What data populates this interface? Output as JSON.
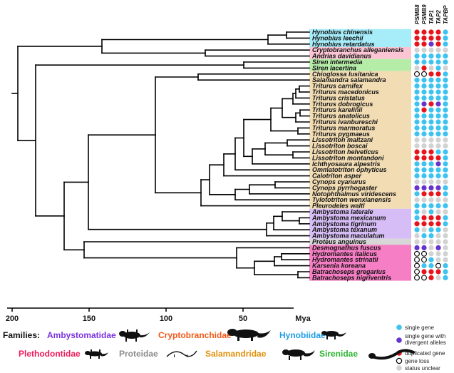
{
  "genes": [
    "PSMB8",
    "PSMB9",
    "TAP1",
    "TAP2",
    "TAPBP"
  ],
  "species": [
    "Hynobius chinensis",
    "Hynobius leechii",
    "Hynobius retardatus",
    "Cryptobranchus alleganiensis",
    "Andrias davidianus",
    "Siren intermedia",
    "Siren lacertina",
    "Chioglossa lusitanica",
    "Salamandra salamandra",
    "Triturus carnifex",
    "Triturus macedonicus",
    "Triturus cristatus",
    "Triturus dobrogicus",
    "Triturus karelinii",
    "Triturus anatolicus",
    "Triturus ivanbureschi",
    "Triturus marmoratus",
    "Triturus pygmaeus",
    "Lissotriton maltzani",
    "Lissotriton boscai",
    "Lissotriton helveticus",
    "Lissotriton montandoni",
    "Ichthyosaura alpestris",
    "Ommatotriton ophyticus",
    "Calotriton asper",
    "Cynops cyanurus",
    "Cynops pyrrhogaster",
    "Notophthalmus viridescens",
    "Tylototriton wenxianensis",
    "Pleurodeles waltl",
    "Ambystoma laterale",
    "Ambystoma mexicanum",
    "Ambystoma tigrinum",
    "Ambystoma texanum",
    "Ambystoma maculatum",
    "Proteus anguinus",
    "Desmognathus fuscus",
    "Hydromantes italicus",
    "Hydromantes strinatii",
    "Karsenia koreana",
    "Batrachoseps gregarius",
    "Batrachoseps nigriventris"
  ],
  "status_matrix": [
    [
      "d",
      "d",
      "d",
      "d",
      "s"
    ],
    [
      "d",
      "d",
      "d",
      "d",
      "s"
    ],
    [
      "d",
      "d",
      "v",
      "d",
      "s"
    ],
    [
      "u",
      "u",
      "u",
      "u",
      "u"
    ],
    [
      "s",
      "s",
      "s",
      "s",
      "s"
    ],
    [
      "s",
      "s",
      "s",
      "s",
      "s"
    ],
    [
      "u",
      "d",
      "u",
      "s",
      "u"
    ],
    [
      "l",
      "l",
      "d",
      "d",
      "s"
    ],
    [
      "s",
      "s",
      "s",
      "s",
      "s"
    ],
    [
      "s",
      "s",
      "s",
      "s",
      "s"
    ],
    [
      "s",
      "s",
      "s",
      "s",
      "s"
    ],
    [
      "s",
      "s",
      "s",
      "s",
      "s"
    ],
    [
      "s",
      "v",
      "d",
      "v",
      "s"
    ],
    [
      "s",
      "d",
      "s",
      "s",
      "s"
    ],
    [
      "s",
      "s",
      "s",
      "s",
      "s"
    ],
    [
      "s",
      "s",
      "s",
      "s",
      "s"
    ],
    [
      "s",
      "s",
      "s",
      "s",
      "s"
    ],
    [
      "s",
      "s",
      "s",
      "s",
      "s"
    ],
    [
      "u",
      "u",
      "u",
      "u",
      "u"
    ],
    [
      "u",
      "u",
      "u",
      "u",
      "u"
    ],
    [
      "d",
      "d",
      "d",
      "s",
      "s"
    ],
    [
      "d",
      "d",
      "d",
      "d",
      "s"
    ],
    [
      "s",
      "s",
      "s",
      "v",
      "s"
    ],
    [
      "s",
      "s",
      "s",
      "s",
      "s"
    ],
    [
      "s",
      "s",
      "s",
      "s",
      "s"
    ],
    [
      "u",
      "u",
      "u",
      "u",
      "u"
    ],
    [
      "v",
      "v",
      "v",
      "v",
      "s"
    ],
    [
      "s",
      "d",
      "d",
      "d",
      "s"
    ],
    [
      "u",
      "u",
      "u",
      "u",
      "u"
    ],
    [
      "s",
      "s",
      "s",
      "s",
      "s"
    ],
    [
      "s",
      "u",
      "s",
      "u",
      "u"
    ],
    [
      "s",
      "d",
      "d",
      "d",
      "s"
    ],
    [
      "d",
      "d",
      "d",
      "d",
      "s"
    ],
    [
      "s",
      "u",
      "s",
      "s",
      "u"
    ],
    [
      "u",
      "s",
      "s",
      "u",
      "u"
    ],
    [
      "u",
      "u",
      "u",
      "u",
      "u"
    ],
    [
      "v",
      "v",
      "u",
      "v",
      "u"
    ],
    [
      "l",
      "l",
      "u",
      "u",
      "u"
    ],
    [
      "l",
      "l",
      "s",
      "u",
      "u"
    ],
    [
      "l",
      "s",
      "s",
      "l",
      "s"
    ],
    [
      "l",
      "d",
      "d",
      "d",
      "s"
    ],
    [
      "l",
      "l",
      "d",
      "u",
      "s"
    ]
  ],
  "family_bands": [
    {
      "family": "Hynobiidae",
      "color": "#a6ecf9"
    },
    {
      "family": "Cryptobranchidae",
      "color": "#fbc5d3"
    },
    {
      "family": "Sirenidae",
      "color": "#b5eda8"
    },
    {
      "family": "Salamandridae",
      "color": "#f1dcb4"
    },
    {
      "family": "Ambystomatidae",
      "color": "#d6bdf5"
    },
    {
      "family": "Proteidae",
      "color": "#d7d7d7"
    },
    {
      "family": "Plethodontidae",
      "color": "#f67ec4"
    }
  ],
  "axis": {
    "ticks": [
      "200",
      "150",
      "100",
      "50"
    ],
    "unit": "Mya"
  },
  "legend": [
    {
      "key": "s",
      "text": "single gene",
      "marker": "#3ec3f0"
    },
    {
      "key": "v",
      "text": "single gene with divergent alleles",
      "marker": "#6633cc"
    },
    {
      "key": "d",
      "text": "duplicated gene",
      "marker": "#e8141c"
    },
    {
      "key": "l",
      "text": "gene loss",
      "marker": "loss"
    },
    {
      "key": "u",
      "text": "status unclear",
      "marker": "#d2d2d2"
    }
  ],
  "families": {
    "header": "Families:",
    "row1": [
      {
        "name": "Ambystomatidae",
        "color": "#7b33e0",
        "icon": "salamander-silhouette"
      },
      {
        "name": "Cryptobranchidae",
        "color": "#ef5a18",
        "icon": "giant-salamander-silhouette"
      },
      {
        "name": "Hynobiidae",
        "color": "#1e9de6",
        "icon": "salamander-silhouette"
      }
    ],
    "row2": [
      {
        "name": "Plethodontidae",
        "color": "#ee1b5b",
        "icon": "salamander-silhouette"
      },
      {
        "name": "Proteidae",
        "color": "#8c8c8c",
        "icon": "olm-silhouette"
      },
      {
        "name": "Salamandridae",
        "color": "#e0900a",
        "icon": "newt-silhouette"
      },
      {
        "name": "Sirenidae",
        "color": "#2eb533",
        "icon": "siren-silhouette"
      }
    ]
  },
  "colors": {
    "single": "#3ec3f0",
    "divergent": "#6633cc",
    "duplicated": "#e8141c",
    "unclear": "#d2d2d2",
    "loss": "#ffffff"
  }
}
